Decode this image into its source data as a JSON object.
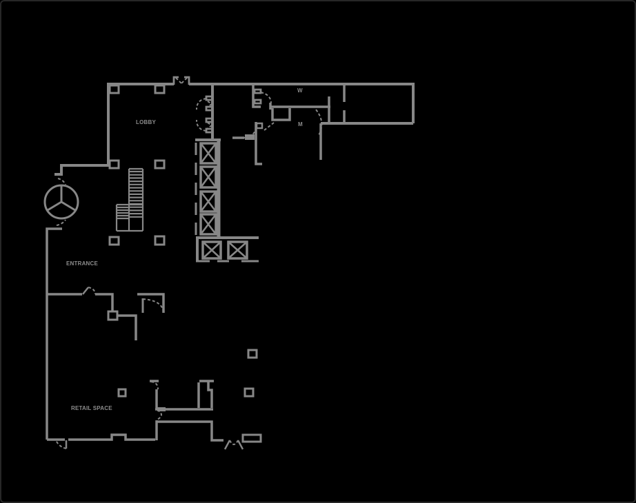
{
  "window": {
    "background_color": "#000000",
    "border_color": "#272727"
  },
  "floor_plan": {
    "line_color": "#878787",
    "label_color": "#8c8c8c",
    "labels": {
      "lobby": "LOBBY",
      "restroom_w": "W",
      "restroom_m": "M",
      "entrance": "ENTRANCE",
      "retail_space": "RETAIL SPACE"
    },
    "features": [
      {
        "name": "revolving-door-icon"
      },
      {
        "name": "staircase-icon"
      },
      {
        "name": "elevator-bank-icon",
        "elevator_count": 6
      },
      {
        "name": "structural-column-icon",
        "column_count": 10
      },
      {
        "name": "door-swing-icon"
      }
    ]
  }
}
